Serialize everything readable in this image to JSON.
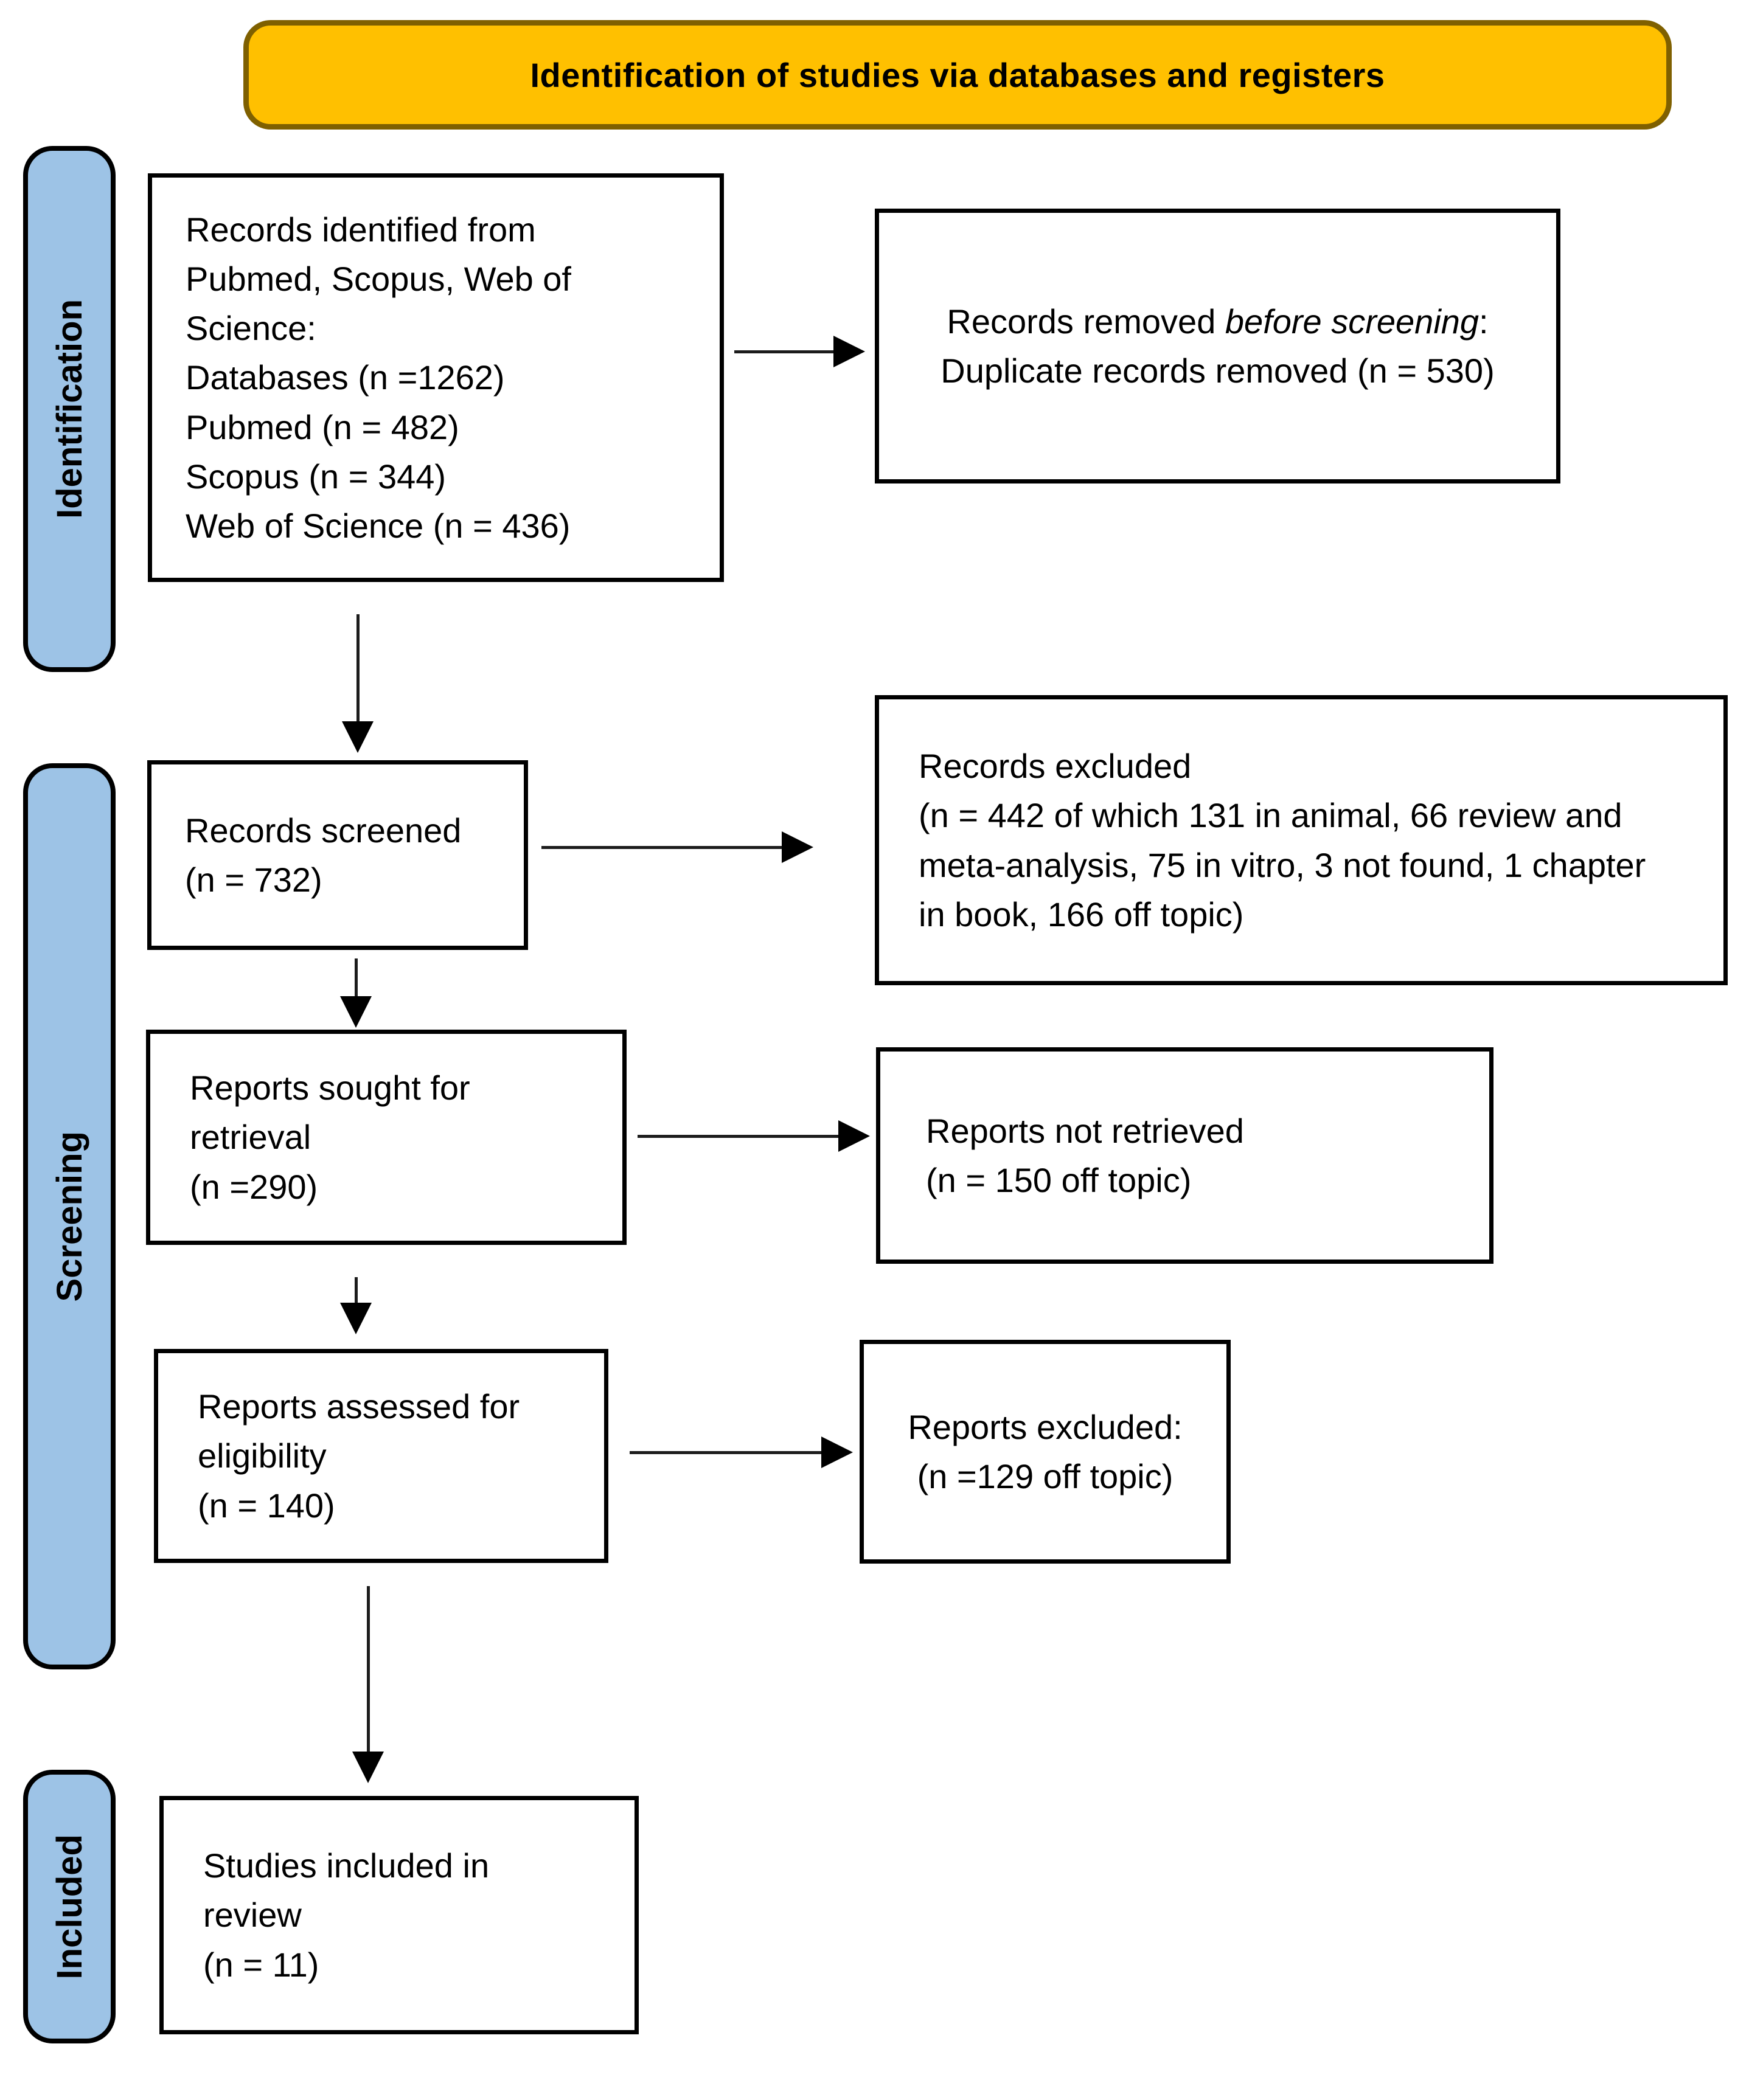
{
  "diagram": {
    "title": "Identification of studies via databases and registers",
    "colors": {
      "banner_fill": "#FFC000",
      "banner_border": "#7F6000",
      "stage_fill": "#9DC3E6",
      "box_fill": "#FFFFFF",
      "line_color": "#000000"
    },
    "stages": [
      {
        "id": "identification",
        "label": "Identification"
      },
      {
        "id": "screening",
        "label": "Screening"
      },
      {
        "id": "included",
        "label": "Included"
      }
    ],
    "boxes": {
      "records_identified": {
        "text": "Records identified from\nPubmed, Scopus, Web of\nScience:\nDatabases (n =1262)\nPubmed (n = 482)\nScopus (n = 344)\nWeb of Science (n = 436)"
      },
      "records_removed": {
        "line1_pre": "Records removed ",
        "line1_italic": "before screening",
        "line1_post": ":",
        "line2": "Duplicate records removed  (n = 530)"
      },
      "records_screened": {
        "text": "Records screened\n(n = 732)"
      },
      "records_excluded": {
        "text": "Records excluded\n(n = 442 of which 131 in animal, 66 review and\nmeta-analysis, 75 in vitro, 3 not found, 1 chapter\nin book, 166 off topic)"
      },
      "reports_sought": {
        "text": "Reports sought for\nretrieval\n(n =290)"
      },
      "reports_not_retrieved": {
        "text": "Reports not retrieved\n(n = 150 off topic)"
      },
      "reports_assessed": {
        "text": "Reports assessed for\neligibility\n(n = 140)"
      },
      "reports_excluded": {
        "text": "Reports excluded:\n(n =129 off topic)"
      },
      "studies_included": {
        "text": "Studies included in\nreview\n(n = 11)"
      }
    }
  }
}
